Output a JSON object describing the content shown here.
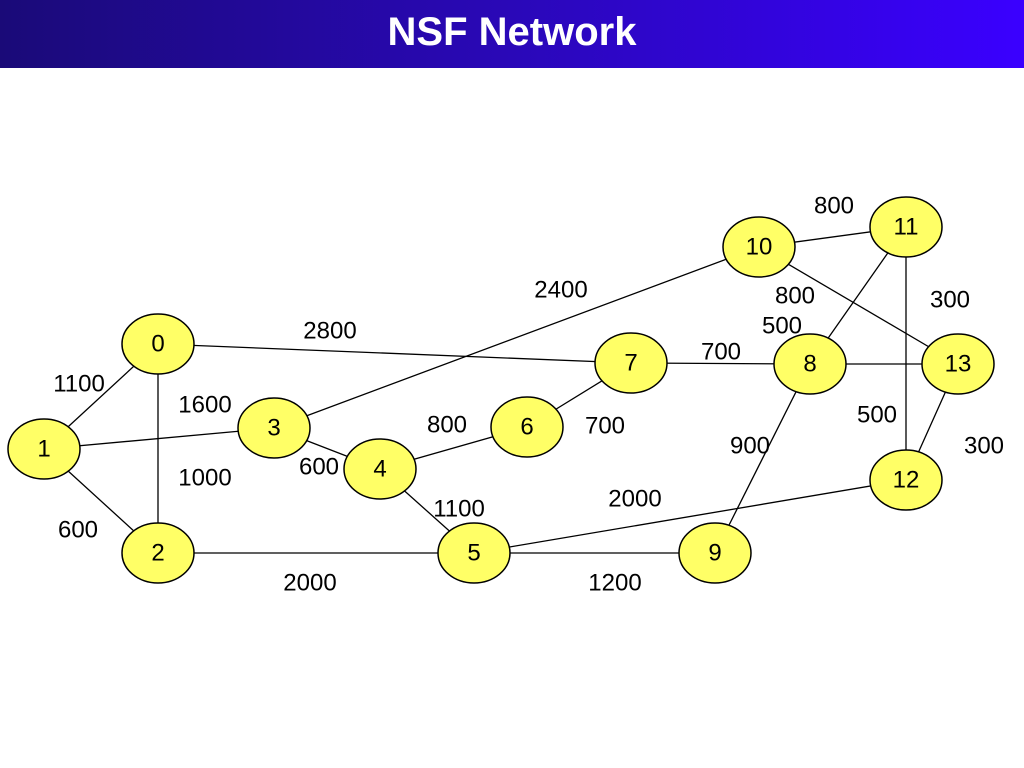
{
  "title": "NSF Network",
  "colors": {
    "banner_start": "#1a0a78",
    "banner_end": "#3a00ff",
    "node_fill": "#ffff66",
    "line": "#000000"
  },
  "nodes": [
    {
      "id": "0",
      "label": "0"
    },
    {
      "id": "1",
      "label": "1"
    },
    {
      "id": "2",
      "label": "2"
    },
    {
      "id": "3",
      "label": "3"
    },
    {
      "id": "4",
      "label": "4"
    },
    {
      "id": "5",
      "label": "5"
    },
    {
      "id": "6",
      "label": "6"
    },
    {
      "id": "7",
      "label": "7"
    },
    {
      "id": "8",
      "label": "8"
    },
    {
      "id": "9",
      "label": "9"
    },
    {
      "id": "10",
      "label": "10"
    },
    {
      "id": "11",
      "label": "11"
    },
    {
      "id": "12",
      "label": "12"
    },
    {
      "id": "13",
      "label": "13"
    }
  ],
  "edges": [
    {
      "from": "0",
      "to": "1",
      "weight": "1100"
    },
    {
      "from": "0",
      "to": "2",
      "weight": "1000"
    },
    {
      "from": "0",
      "to": "7",
      "weight": "2800"
    },
    {
      "from": "1",
      "to": "2",
      "weight": "600"
    },
    {
      "from": "1",
      "to": "3",
      "weight": "1600"
    },
    {
      "from": "2",
      "to": "5",
      "weight": "2000"
    },
    {
      "from": "3",
      "to": "4",
      "weight": "600"
    },
    {
      "from": "3",
      "to": "10",
      "weight": "2400"
    },
    {
      "from": "4",
      "to": "5",
      "weight": "1100"
    },
    {
      "from": "4",
      "to": "6",
      "weight": "800"
    },
    {
      "from": "5",
      "to": "9",
      "weight": "1200"
    },
    {
      "from": "5",
      "to": "12",
      "weight": "2000"
    },
    {
      "from": "6",
      "to": "7",
      "weight": "700"
    },
    {
      "from": "7",
      "to": "8",
      "weight": "700"
    },
    {
      "from": "8",
      "to": "9",
      "weight": "900"
    },
    {
      "from": "8",
      "to": "11",
      "weight": "500"
    },
    {
      "from": "8",
      "to": "13",
      "weight": "500"
    },
    {
      "from": "10",
      "to": "11",
      "weight": "800"
    },
    {
      "from": "10",
      "to": "13",
      "weight": "800"
    },
    {
      "from": "11",
      "to": "12",
      "weight": "300"
    },
    {
      "from": "12",
      "to": "13",
      "weight": "300"
    }
  ]
}
